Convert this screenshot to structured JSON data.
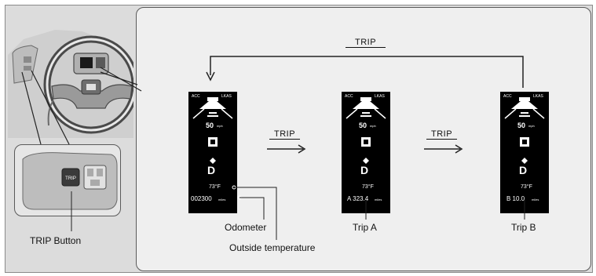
{
  "button_label": "TRIP",
  "captions": {
    "trip_button": "TRIP Button",
    "odometer": "Odometer",
    "outside_temperature": "Outside temperature",
    "trip_a": "Trip A",
    "trip_b": "Trip B"
  },
  "cycle_label": "TRIP",
  "arrow_label": "TRIP",
  "screens": [
    {
      "acc": "ACC",
      "lkas": "LKAS",
      "speed": "50",
      "speed_unit": "mph",
      "gear": "D",
      "temp": "73°F",
      "readout": "002300",
      "readout_unit": "miles"
    },
    {
      "acc": "ACC",
      "lkas": "LKAS",
      "speed": "50",
      "speed_unit": "mph",
      "gear": "D",
      "temp": "73°F",
      "readout": "A 323.4",
      "readout_unit": "miles"
    },
    {
      "acc": "ACC",
      "lkas": "LKAS",
      "speed": "50",
      "speed_unit": "mph",
      "gear": "D",
      "temp": "73°F",
      "readout": "B 10.0",
      "readout_unit": "miles"
    }
  ]
}
